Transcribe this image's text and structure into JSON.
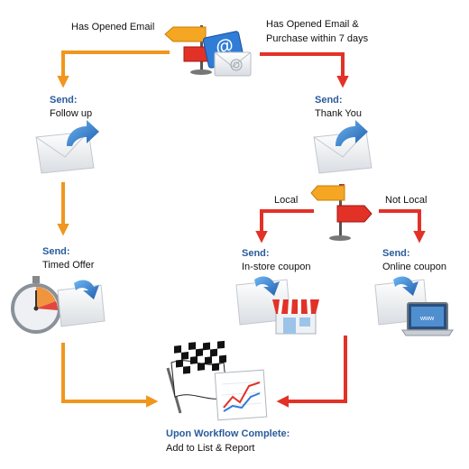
{
  "branches": {
    "opened_email": "Has Opened Email",
    "opened_and_purchase_line1": "Has Opened Email &",
    "opened_and_purchase_line2": "Purchase within 7 days",
    "local": "Local",
    "not_local": "Not Local"
  },
  "steps": {
    "send_label": "Send:",
    "follow_up": "Follow up",
    "thank_you": "Thank You",
    "timed_offer": "Timed Offer",
    "in_store_coupon": "In-store coupon",
    "online_coupon": "Online coupon"
  },
  "complete": {
    "heading": "Upon Workflow Complete:",
    "action": "Add to List & Report"
  },
  "colors": {
    "orange_path": "#f0961e",
    "red_path": "#e23228",
    "send_label": "#2a5b9c"
  },
  "icons": [
    "signpost-icon",
    "envelope-icon",
    "email-at-icon",
    "stopwatch-icon",
    "storefront-icon",
    "laptop-icon",
    "checkered-flag-icon",
    "report-chart-icon"
  ]
}
